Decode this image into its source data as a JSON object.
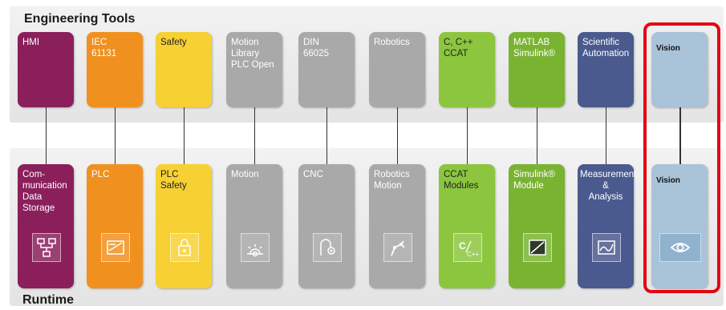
{
  "sections": {
    "engineering_title": "Engineering Tools",
    "runtime_title": "Runtime"
  },
  "engineering_tools": [
    {
      "label": "HMI",
      "color": "#8a1f5c"
    },
    {
      "label": "IEC\n61131",
      "color": "#f0901f"
    },
    {
      "label": "Safety",
      "color": "#f7d034"
    },
    {
      "label": "Motion\nLibrary\nPLC Open",
      "color": "#a9a9a9"
    },
    {
      "label": "DIN\n66025",
      "color": "#a9a9a9"
    },
    {
      "label": "Robotics",
      "color": "#a9a9a9"
    },
    {
      "label": "C, C++\nCCAT",
      "color": "#8cc63f"
    },
    {
      "label": "MATLAB\nSimulink®",
      "color": "#7ab332"
    },
    {
      "label": "Scientific\nAutomation",
      "color": "#4a5a8e"
    },
    {
      "label": "Vision",
      "color": "#a9c3d9"
    }
  ],
  "runtime": [
    {
      "label": "Com-\nmunication\nData\nStorage",
      "color": "#8a1f5c",
      "icon": "network-icon"
    },
    {
      "label": "PLC",
      "color": "#f0901f",
      "icon": "plc-icon"
    },
    {
      "label": "PLC\nSafety",
      "color": "#f7d034",
      "icon": "safety-lock-icon"
    },
    {
      "label": "Motion",
      "color": "#a9a9a9",
      "icon": "motion-gear-icon"
    },
    {
      "label": "CNC",
      "color": "#a9a9a9",
      "icon": "cnc-icon"
    },
    {
      "label": "Robotics\nMotion",
      "color": "#a9a9a9",
      "icon": "robot-arm-icon"
    },
    {
      "label": "CCAT\nModules",
      "color": "#8cc63f",
      "icon": "c-cpp-icon"
    },
    {
      "label": "Simulink®\nModule",
      "color": "#7ab332",
      "icon": "simulink-icon"
    },
    {
      "label": "Measurement\n&\nAnalysis",
      "color": "#4a5a8e",
      "icon": "measurement-icon"
    },
    {
      "label": "Vision",
      "color": "#a9c3d9",
      "icon": "eye-icon"
    }
  ],
  "highlight_color": "#e30613"
}
